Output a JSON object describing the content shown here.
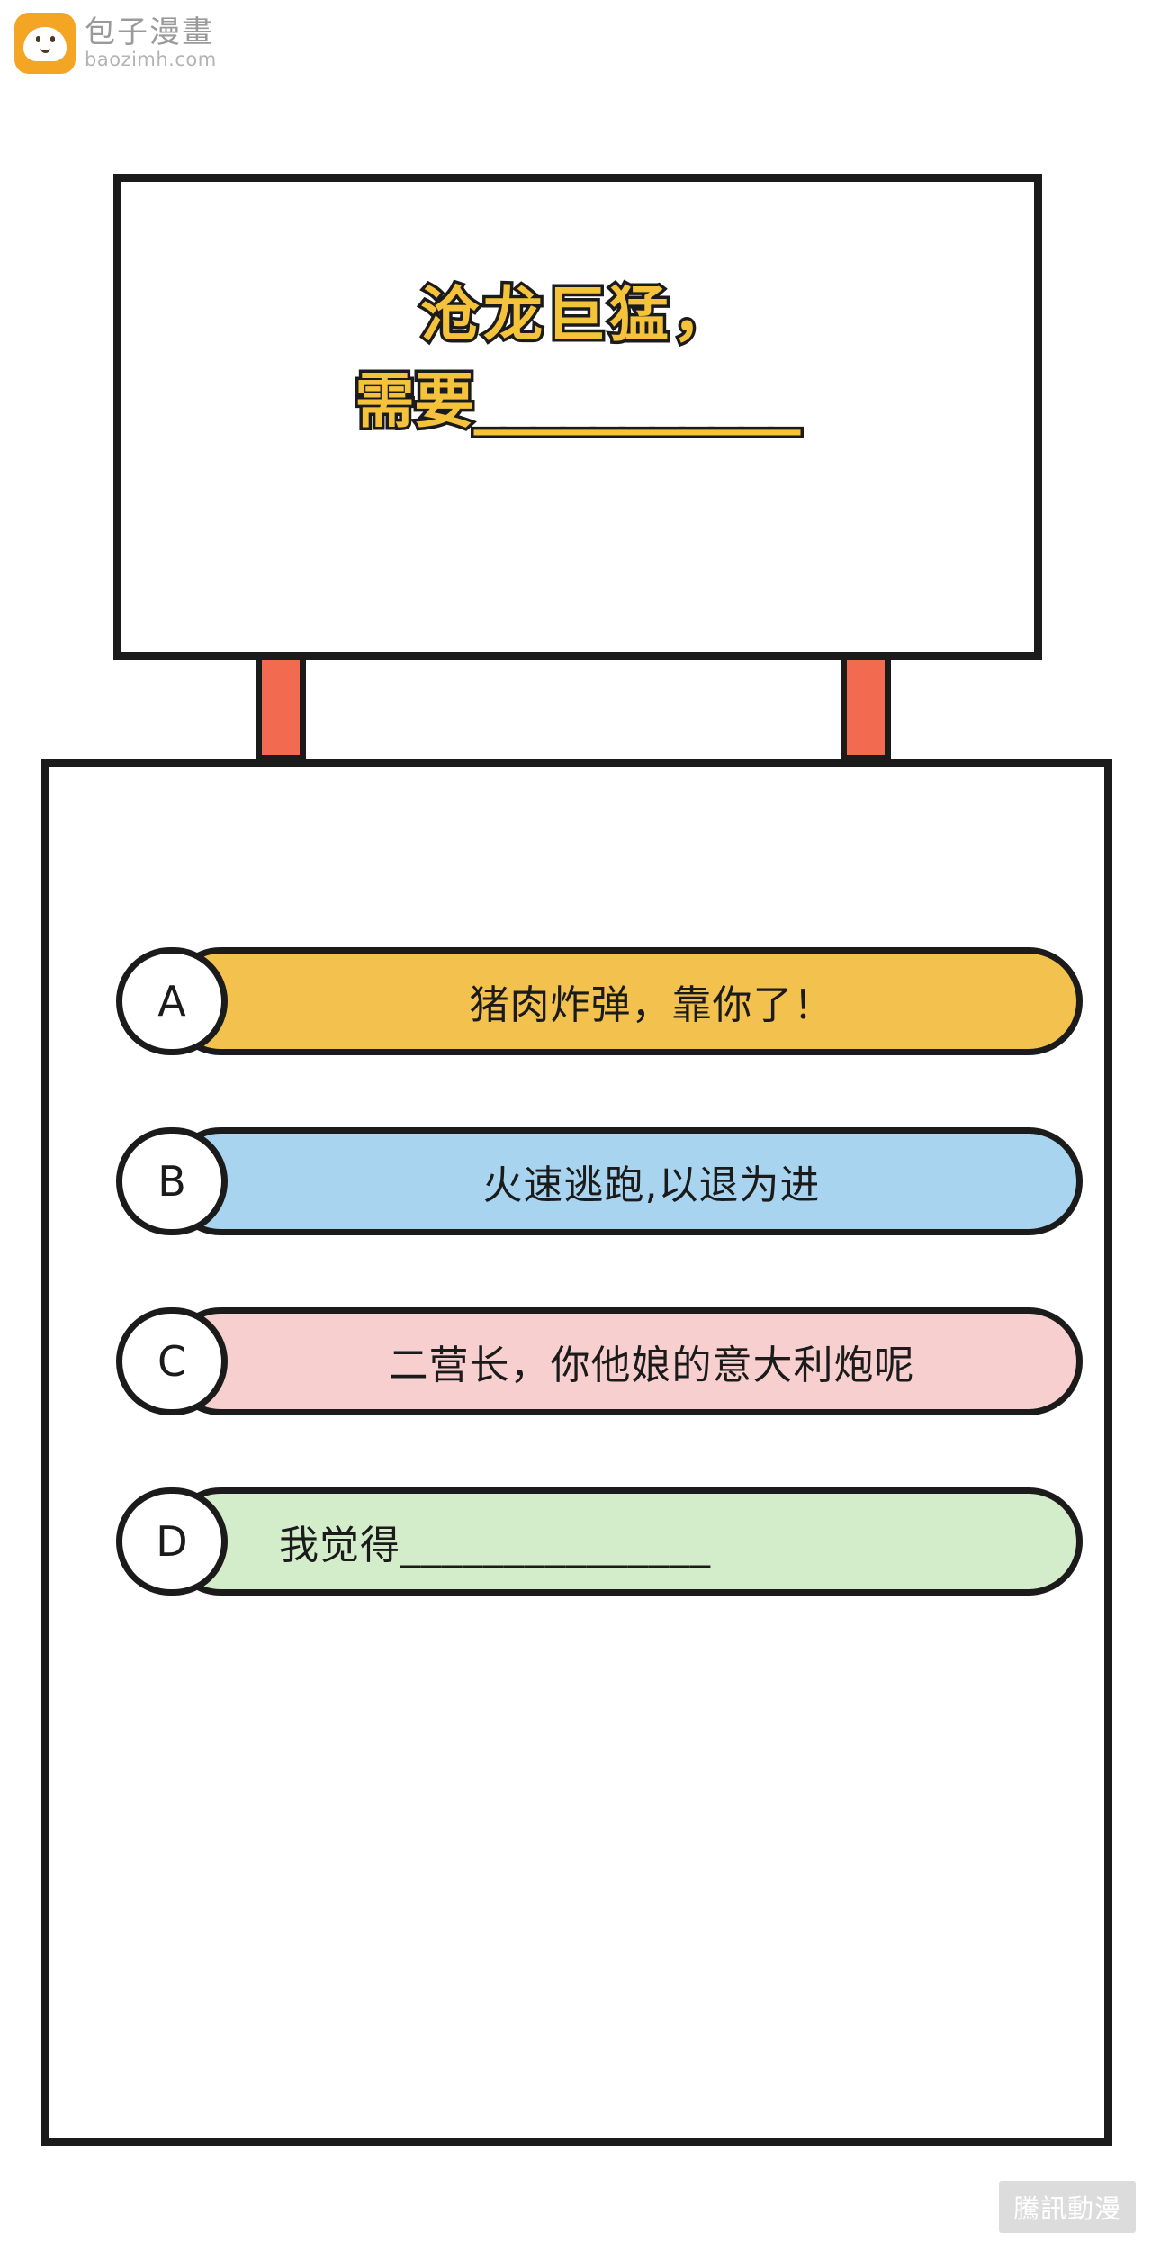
{
  "watermark_top": {
    "logo_icon": "bun-logo-icon",
    "cn_text": "包子漫畫",
    "en_text": "baozimh.com"
  },
  "sign": {
    "line1": "沧龙巨猛，",
    "line2": "需要___________",
    "text_color": "#f5c33b",
    "outline_color": "#1b1b1b"
  },
  "posts": {
    "color": "#f26a50"
  },
  "options": [
    {
      "letter": "A",
      "text": "猪肉炸弹，靠你了！",
      "color": "#f2c14e",
      "align": "center"
    },
    {
      "letter": "B",
      "text": "火速逃跑,以退为进",
      "color": "#a8d4f0",
      "align": "center"
    },
    {
      "letter": "C",
      "text": "二营长，你他娘的意大利炮呢",
      "color": "#f8cfcf",
      "align": "center"
    },
    {
      "letter": "D",
      "text": "我觉得_______________",
      "color": "#d3ecca",
      "align": "left"
    }
  ],
  "watermark_bottom": {
    "text": "騰訊動漫"
  }
}
